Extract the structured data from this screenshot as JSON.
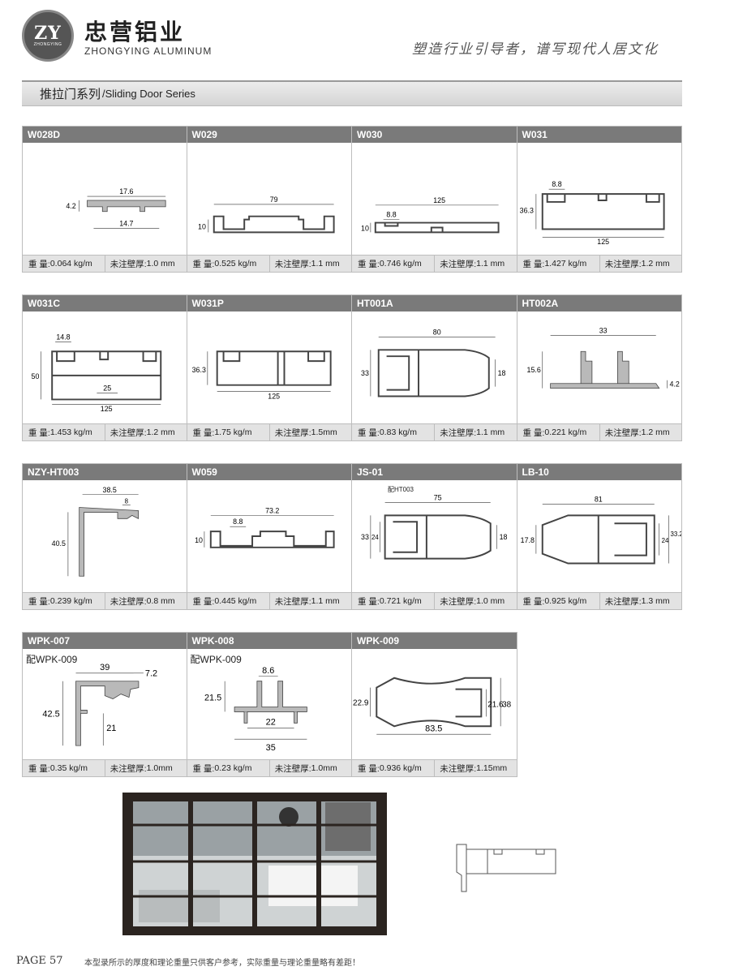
{
  "header": {
    "logo_mark": "ZY",
    "logo_mini": "ZHONGYING",
    "brand_cn": "忠营铝业",
    "brand_en": "ZHONGYING ALUMINUM",
    "slogan": "塑造行业引导者，谱写现代人居文化"
  },
  "series": {
    "title_cn": "推拉门系列",
    "title_en": "/Sliding Door Series"
  },
  "labels": {
    "weight": "重  量:",
    "thickness": "未注壁厚:"
  },
  "rows": [
    [
      {
        "code": "W028D",
        "weight": "0.064 kg/m",
        "thickness": "1.0 mm",
        "dims": {
          "a": "17.6",
          "b": "14.7",
          "c": "4.2"
        }
      },
      {
        "code": "W029",
        "weight": "0.525 kg/m",
        "thickness": "1.1 mm",
        "dims": {
          "a": "79",
          "b": "10"
        }
      },
      {
        "code": "W030",
        "weight": "0.746 kg/m",
        "thickness": "1.1 mm",
        "dims": {
          "a": "125",
          "b": "8.8",
          "c": "10"
        }
      },
      {
        "code": "W031",
        "weight": "1.427 kg/m",
        "thickness": "1.2 mm",
        "dims": {
          "a": "8.8",
          "b": "36.3",
          "c": "125"
        }
      }
    ],
    [
      {
        "code": "W031C",
        "weight": "1.453 kg/m",
        "thickness": "1.2 mm",
        "dims": {
          "a": "14.8",
          "b": "50",
          "c": "25",
          "d": "125"
        }
      },
      {
        "code": "W031P",
        "weight": "1.75 kg/m",
        "thickness": "1.5mm",
        "dims": {
          "a": "36.3",
          "b": "125"
        }
      },
      {
        "code": "HT001A",
        "weight": "0.83 kg/m",
        "thickness": "1.1 mm",
        "dims": {
          "a": "80",
          "b": "33",
          "c": "18"
        }
      },
      {
        "code": "HT002A",
        "weight": "0.221 kg/m",
        "thickness": "1.2 mm",
        "dims": {
          "a": "33",
          "b": "15.6",
          "c": "4.2"
        }
      }
    ],
    [
      {
        "code": "NZY-HT003",
        "weight": "0.239 kg/m",
        "thickness": "0.8 mm",
        "dims": {
          "a": "38.5",
          "b": "8",
          "c": "40.5"
        }
      },
      {
        "code": "W059",
        "weight": "0.445 kg/m",
        "thickness": "1.1 mm",
        "dims": {
          "a": "73.2",
          "b": "8.8",
          "c": "10"
        }
      },
      {
        "code": "JS-01",
        "weight": "0.721 kg/m",
        "thickness": "1.0 mm",
        "note": "配HT003",
        "dims": {
          "a": "75",
          "b": "33",
          "c": "24",
          "d": "18"
        }
      },
      {
        "code": "LB-10",
        "weight": "0.925 kg/m",
        "thickness": "1.3 mm",
        "dims": {
          "a": "81",
          "b": "17.8",
          "c": "24",
          "d": "33.2"
        }
      }
    ],
    [
      {
        "code": "WPK-007",
        "weight": "0.35 kg/m",
        "thickness": "1.0mm",
        "note": "配WPK-009",
        "dims": {
          "a": "39",
          "b": "7.2",
          "c": "42.5",
          "d": "21"
        }
      },
      {
        "code": "WPK-008",
        "weight": "0.23 kg/m",
        "thickness": "1.0mm",
        "note": "配WPK-009",
        "dims": {
          "a": "8.6",
          "b": "21.5",
          "c": "22",
          "d": "35"
        }
      },
      {
        "code": "WPK-009",
        "weight": "0.936 kg/m",
        "thickness": "1.15mm",
        "dims": {
          "a": "22.9",
          "b": "21.6",
          "c": "38",
          "d": "83.5"
        }
      }
    ]
  ],
  "footer": {
    "page": "PAGE  57",
    "note": "本型录所示的厚度和理论重量只供客户参考，实际重量与理论重量略有差距！"
  },
  "colors": {
    "title_bar": "#7a7a7a",
    "foot_bar": "#e3e3e3",
    "profile_fill": "#b9b9b9"
  }
}
